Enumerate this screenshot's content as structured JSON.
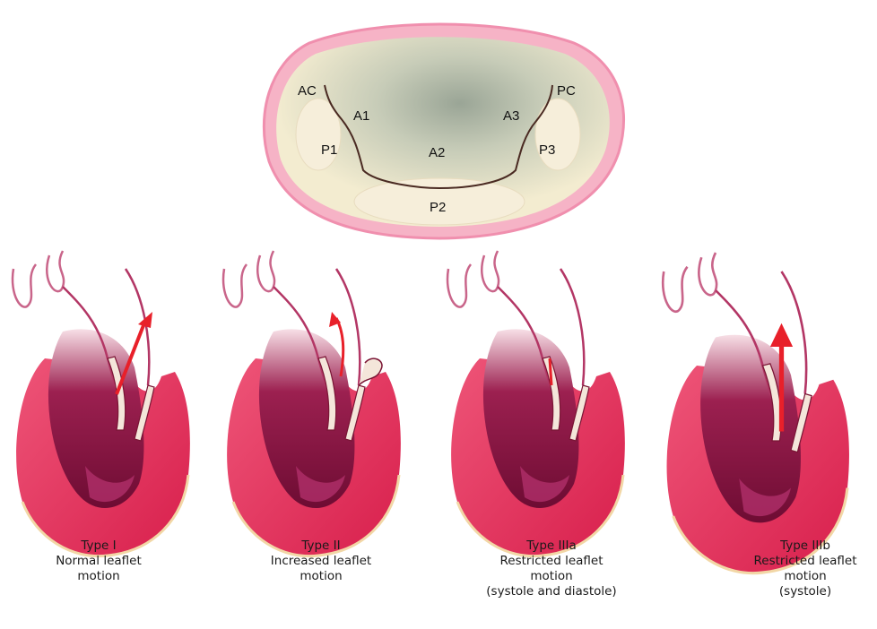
{
  "valve_labels": {
    "ac": "AC",
    "pc": "PC",
    "a1": "A1",
    "a2": "A2",
    "a3": "A3",
    "p1": "P1",
    "p2": "P2",
    "p3": "P3"
  },
  "panels": [
    {
      "type": "Type I",
      "line1": "Normal leaflet",
      "line2": "motion",
      "line3": ""
    },
    {
      "type": "Type II",
      "line1": "Increased leaflet",
      "line2": "motion",
      "line3": ""
    },
    {
      "type": "Type IIIa",
      "line1": "Restricted leaflet",
      "line2": "motion",
      "line3": "(systole and diastole)"
    },
    {
      "type": "Type IIIb",
      "line1": "Restricted leaflet",
      "line2": "motion",
      "line3": "(systole)"
    }
  ],
  "colors": {
    "myocardium": "#e8325a",
    "cavity": "#7a0f3a",
    "leaflet": "#f4e6da",
    "arrow": "#e8202a",
    "valve_rim": "#f4a8bf",
    "valve_fill": "#f3e9c6"
  }
}
